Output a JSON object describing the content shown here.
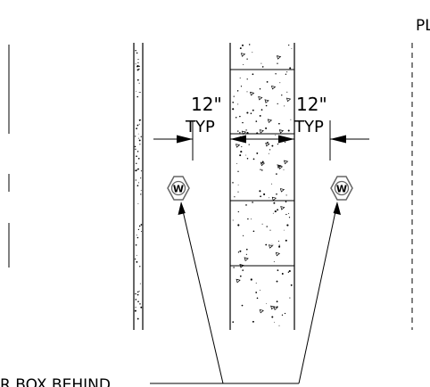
{
  "labels": {
    "dim_left_value": "12\"",
    "dim_left_sub": "TYP",
    "dim_right_value": "12\"",
    "dim_right_sub": "TYP",
    "property_line_mark": "PL",
    "callout_text": "R BOX BEHIND"
  },
  "tags": {
    "left": "W",
    "right": "W"
  }
}
